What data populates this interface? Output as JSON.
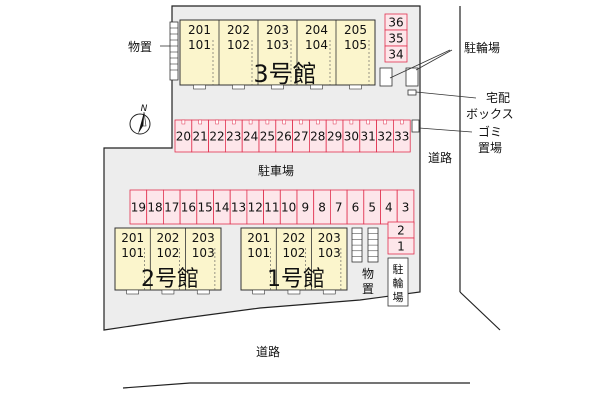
{
  "labels": {
    "storage_top": "物置",
    "storage_bottom": "物置",
    "bicycle_top": "駐輪場",
    "bicycle_bottom": "駐輪場",
    "delivery_box": "宅配ボックス",
    "garbage": "ゴミ置場",
    "parking_lot": "駐車場",
    "road_right": "道路",
    "road_bottom": "道路",
    "north": "N"
  },
  "buildings": [
    {
      "name": "3号館",
      "units": [
        {
          "top": "201",
          "bottom": "101"
        },
        {
          "top": "202",
          "bottom": "102"
        },
        {
          "top": "203",
          "bottom": "103"
        },
        {
          "top": "204",
          "bottom": "104"
        },
        {
          "top": "205",
          "bottom": "105"
        }
      ]
    },
    {
      "name": "2号館",
      "units": [
        {
          "top": "201",
          "bottom": "101"
        },
        {
          "top": "202",
          "bottom": "102"
        },
        {
          "top": "203",
          "bottom": "103"
        }
      ]
    },
    {
      "name": "1号館",
      "units": [
        {
          "top": "201",
          "bottom": "101"
        },
        {
          "top": "202",
          "bottom": "102"
        },
        {
          "top": "203",
          "bottom": "103"
        }
      ]
    }
  ],
  "parking": {
    "top_row": [
      "36",
      "35",
      "34"
    ],
    "middle_row": [
      "20",
      "21",
      "22",
      "23",
      "24",
      "25",
      "26",
      "27",
      "28",
      "29",
      "30",
      "31",
      "32",
      "33"
    ],
    "lower_row": [
      "19",
      "18",
      "17",
      "16",
      "15",
      "14",
      "13",
      "12",
      "11",
      "10",
      "9",
      "8",
      "7",
      "6",
      "5",
      "4",
      "3"
    ],
    "side": [
      "2",
      "1"
    ]
  },
  "colors": {
    "lot": "#ededed",
    "building": "#fbf5cc",
    "parking_fill": "#fde6ea",
    "parking_stroke": "#e0304e"
  }
}
